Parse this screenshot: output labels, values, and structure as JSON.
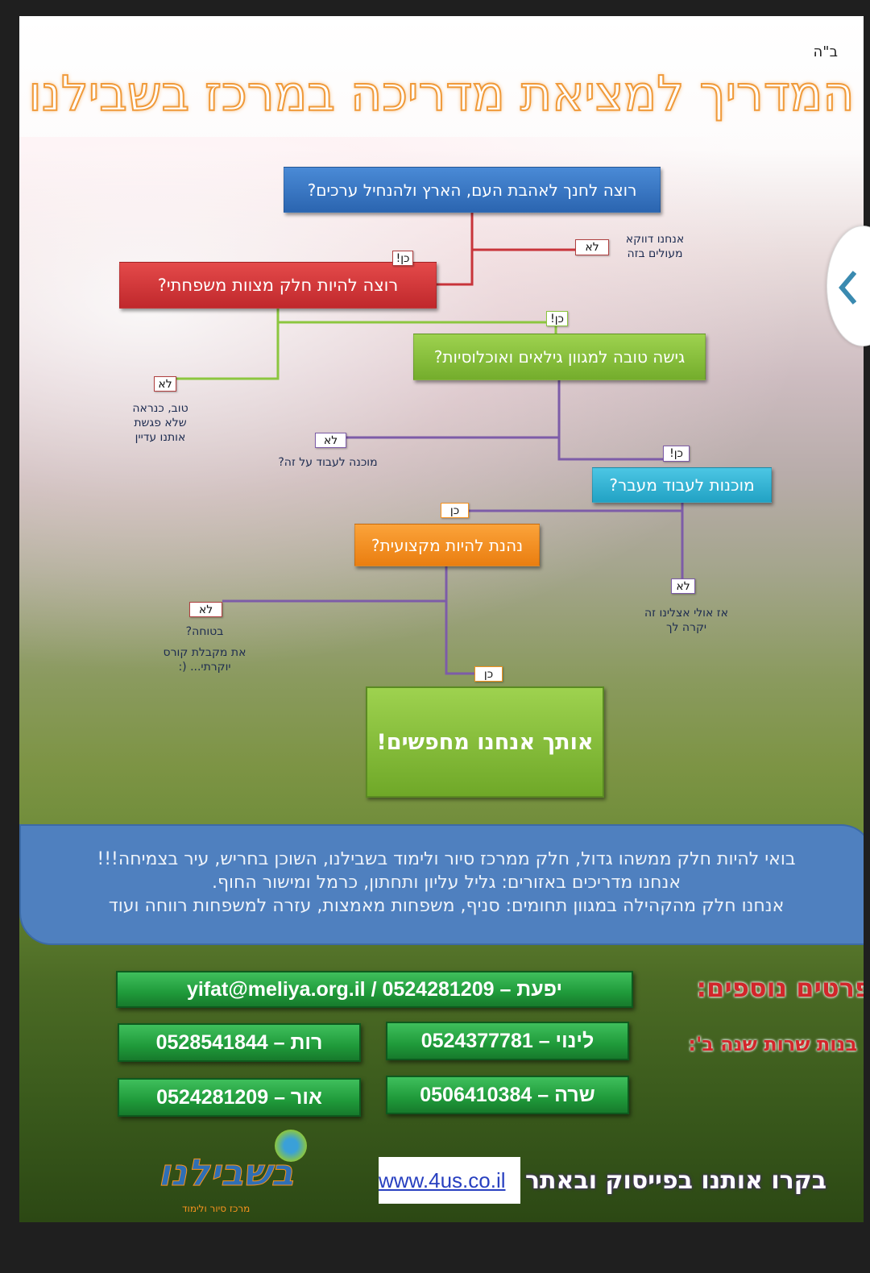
{
  "header": {
    "bh": "ב\"ה",
    "title": "המדריך למציאת מדריכה במרכז בשבילנו"
  },
  "flow": {
    "q1": "רוצה לחנך לאהבת העם, הארץ ולהנחיל ערכים?",
    "q2": "רוצה להיות חלק מצוות משפחתי?",
    "q3": "גישה טובה למגוון גילאים ואוכלוסיות?",
    "q4": "מוכנות לעבוד מעבר?",
    "q5": "נהנת להיות מקצועית?",
    "result": "אותך אנחנו מחפשים!",
    "yes_excl": "כן!",
    "yes": "כן",
    "no": "לא",
    "no1_text": "אנחנו דווקא מעולים בזה",
    "no2_text": "טוב, כנראה שלא פגשת אותנו עדיין",
    "no3_text": "מוכנה לעבוד על זה?",
    "no4_text": "אז אולי אצלינו זה יקרה לך",
    "no5_text_a": "בטוחה?",
    "no5_text_b": "את מקבלת קורס יוקרתי... (:"
  },
  "about": {
    "line1": "בואי להיות חלק ממשהו גדול, חלק ממרכז סיור ולימוד בשבילנו, השוכן בחריש, עיר בצמיחה!!!",
    "line2": "אנחנו מדריכים באזורים: גליל עליון ותחתון, כרמל ומישור החוף.",
    "line3": "אנחנו חלק מהקהילה במגוון תחומים: סניף, משפחות מאמצות, עזרה למשפחות רווחה ועוד"
  },
  "contacts": {
    "more_details": "פרטים נוספים:",
    "main": "יפעת – 0524281209 / yifat@meliya.org.il",
    "year_b": "בנות שרות שנה ב':",
    "people": [
      "לינוי – 0524377781",
      "רות – 0528541844",
      "שרה – 0506410384",
      "אור – 0524281209"
    ]
  },
  "footer": {
    "visit": "בקרו אותנו בפייסוק ובאתר",
    "url": "www.4us.co.il",
    "logo": "בשבילנו",
    "logo_sub": "מרכז סיור ולימוד"
  },
  "colors": {
    "blue": "#3b78c4",
    "red": "#d8343a",
    "green": "#8cc63f",
    "cyan": "#32b4d6",
    "orange": "#f7931e"
  }
}
